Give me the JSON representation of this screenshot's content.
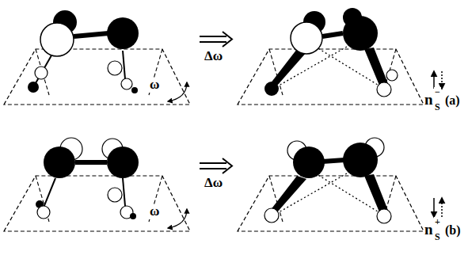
{
  "diagram": {
    "labels": [
      "Δω",
      "ω",
      "n",
      "−",
      "S",
      "(a)",
      "Δω",
      "ω",
      "n",
      "+",
      "S",
      "(b)"
    ]
  }
}
